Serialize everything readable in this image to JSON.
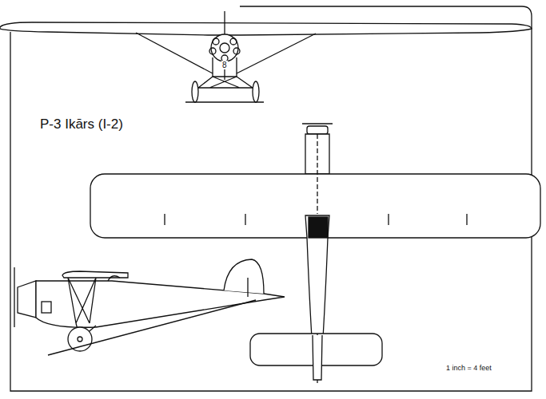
{
  "diagram": {
    "title": "P-3 Ikārs (I-2)",
    "labels": [
      "8",
      "1 inch = 4 feet"
    ]
  }
}
